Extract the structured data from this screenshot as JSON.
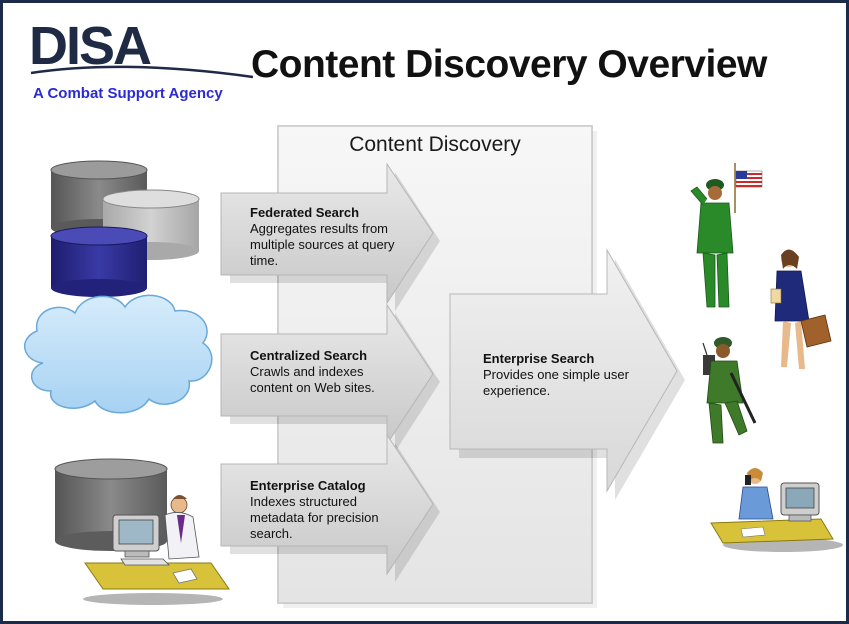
{
  "header": {
    "logo_text": "DISA",
    "tagline": "A Combat Support Agency",
    "title": "Content Discovery Overview"
  },
  "panel": {
    "title": "Content Discovery"
  },
  "arrows": [
    {
      "title": "Federated Search",
      "description": "Aggregates results from multiple sources at query time."
    },
    {
      "title": "Centralized Search",
      "description": "Crawls and indexes content on Web sites."
    },
    {
      "title": "Enterprise Catalog",
      "description": "Indexes structured metadata for precision search."
    }
  ],
  "enterprise": {
    "title": "Enterprise Search",
    "description": "Provides one simple user experience."
  },
  "colors": {
    "logo": "#1f2a44",
    "tagline": "#2b2bd0",
    "frame": "#1c2b4a",
    "database_dark": "#6e6e6e",
    "database_light": "#bdbdbd",
    "database_blue": "#2a2a86",
    "cloud": "#b9dcf4"
  },
  "icons": [
    "database-icon",
    "cloud-icon",
    "user-at-computer-icon",
    "soldier-saluting-icon",
    "businesswoman-icon",
    "soldier-with-radio-icon",
    "office-worker-icon"
  ]
}
